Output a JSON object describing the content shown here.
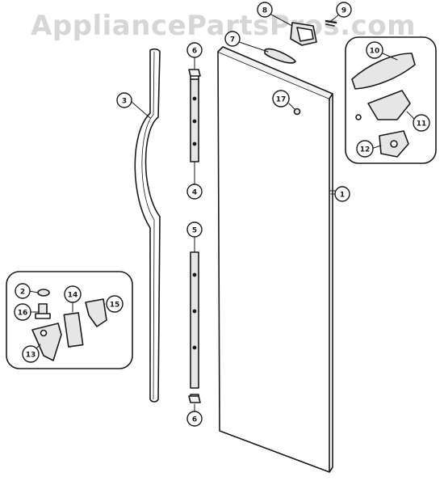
{
  "watermark": "AppliancePartsPros.com",
  "colors": {
    "line": "#1a1a1a",
    "part_fill": "#e6e6e6",
    "callout_fill": "#ffffff"
  },
  "callouts": [
    "1",
    "2",
    "3",
    "4",
    "5",
    "6",
    "6",
    "7",
    "8",
    "9",
    "10",
    "11",
    "12",
    "13",
    "14",
    "15",
    "16",
    "17"
  ]
}
